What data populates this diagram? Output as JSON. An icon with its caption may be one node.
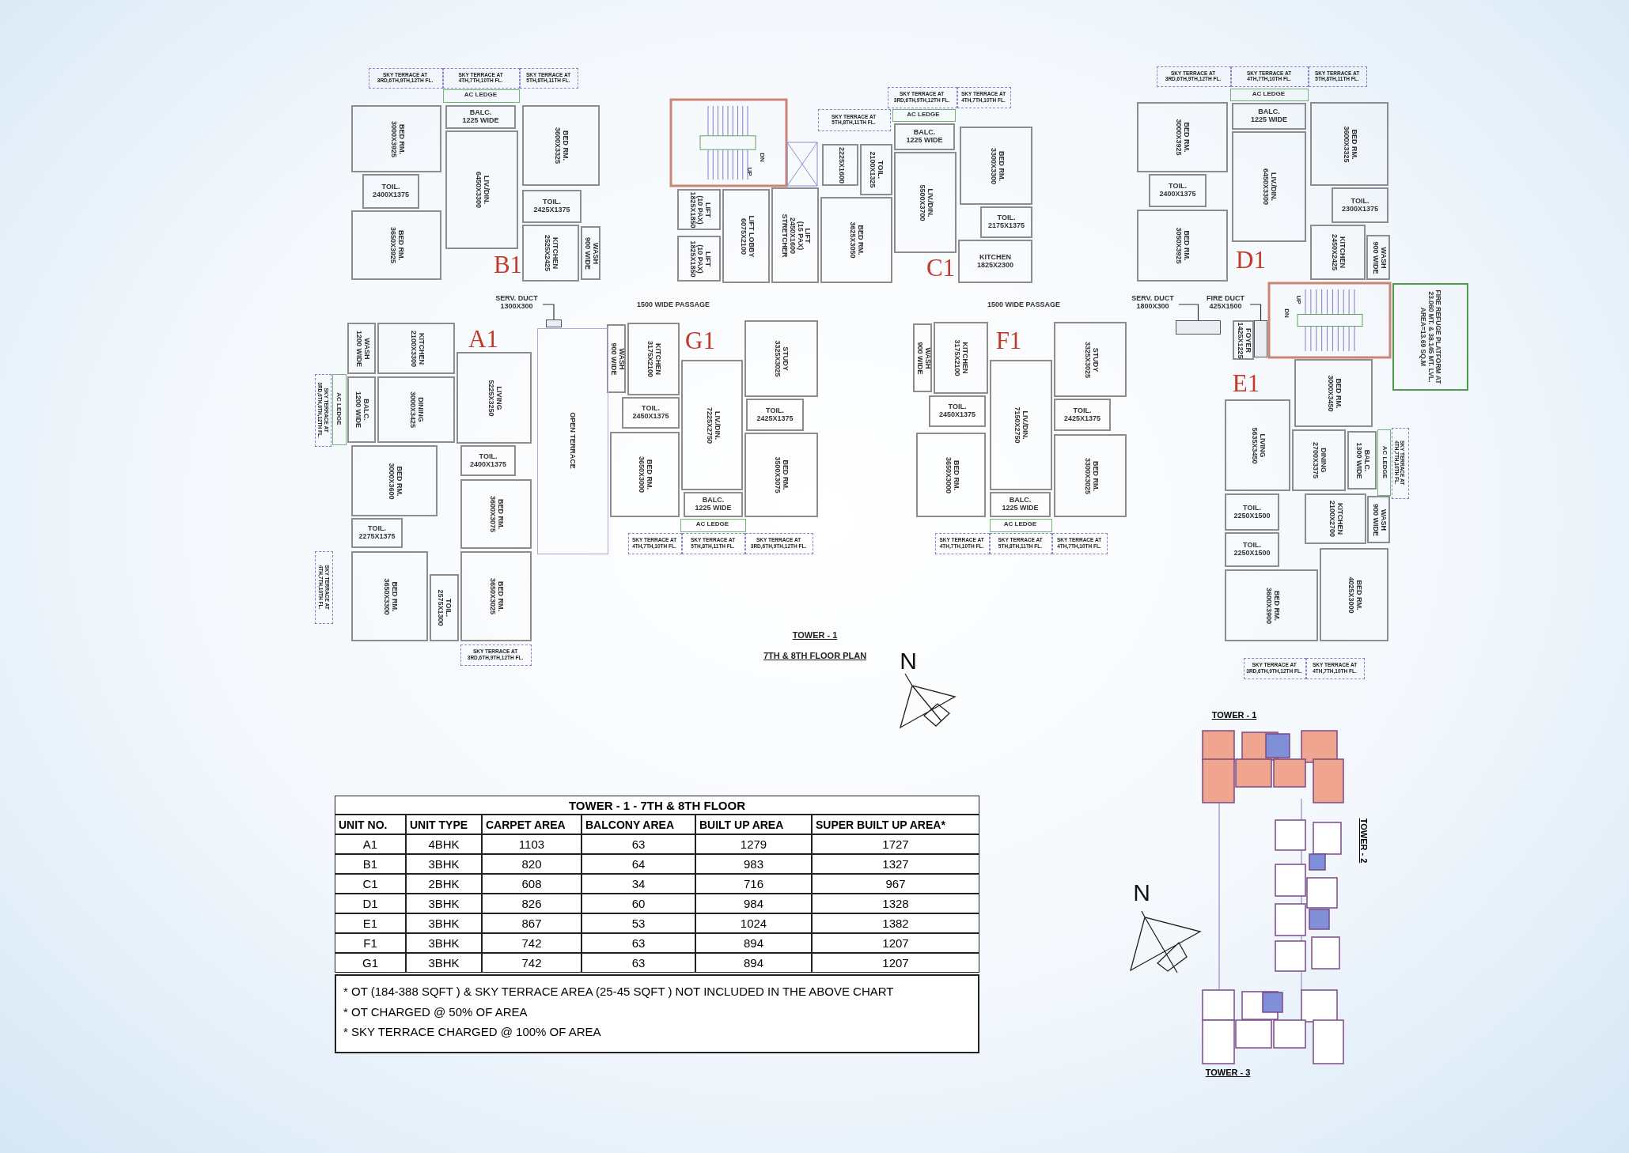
{
  "diagram": {
    "nodes": [
      {
        "text": [
          "BED RM.",
          "3000X3925"
        ]
      },
      {
        "text": [
          "TOIL.",
          "2400X1375"
        ]
      },
      {
        "text": [
          "BED RM.",
          "3650X3925"
        ]
      },
      {
        "text": [
          "BALC.",
          "1225 WIDE"
        ]
      },
      {
        "text": [
          "LIV./DIN.",
          "6450X3300"
        ]
      },
      {
        "text": [
          "BED RM.",
          "3600X3325"
        ]
      },
      {
        "text": [
          "TOIL.",
          "2425X1375"
        ]
      },
      {
        "text": [
          "KITCHEN",
          "2525X2425"
        ]
      },
      {
        "text": [
          "WASH",
          "900 WIDE"
        ]
      },
      {
        "text": [
          "AC LEDGE"
        ]
      },
      {
        "text": [
          "SKY TERRACE AT 3RD,6TH,9TH,12TH FL."
        ]
      },
      {
        "text": [
          "SKY TERRACE AT 4TH,7TH,10TH FL."
        ]
      },
      {
        "text": [
          "SKY TERRACE AT 5TH,8TH,11TH FL."
        ]
      },
      {
        "text": [
          "LIFT",
          "(10 PAX)",
          "1825X1850"
        ]
      },
      {
        "text": [
          "LIFT",
          "(10 PAX)",
          "1825X1850"
        ]
      },
      {
        "text": [
          "LIFT LOBBY",
          "6075X2100"
        ]
      },
      {
        "text": [
          "LIFT",
          "(15 PAX)",
          "2450X1600",
          "STRETCHER"
        ]
      },
      {
        "text": [
          "2225X1600"
        ]
      },
      {
        "text": [
          "TOIL.",
          "2100X1325"
        ]
      },
      {
        "text": [
          "BED RM.",
          "3625X3050"
        ]
      },
      {
        "text": [
          "SKY TERRACE AT 5TH,8TH,11TH FL."
        ]
      },
      {
        "text": [
          "AC LEDGE"
        ]
      },
      {
        "text": [
          "SKY TERRACE AT 3RD,6TH,9TH,12TH FL."
        ]
      },
      {
        "text": [
          "SKY TERRACE AT 4TH,7TH,10TH FL."
        ]
      },
      {
        "text": [
          "BALC.",
          "1225 WIDE"
        ]
      },
      {
        "text": [
          "LIV./DIN.",
          "5500X3700"
        ]
      },
      {
        "text": [
          "BED RM.",
          "3300X3300"
        ]
      },
      {
        "text": [
          "TOIL.",
          "2175X1375"
        ]
      },
      {
        "text": [
          "KITCHEN",
          "1825X2300"
        ]
      },
      {
        "text": [
          "WASH",
          "900 WIDE"
        ]
      },
      {
        "text": [
          "KITCHEN",
          "3175X2100"
        ]
      },
      {
        "text": [
          "TOIL.",
          "2450X1375"
        ]
      },
      {
        "text": [
          "LIV./DIN.",
          "7225X2750"
        ]
      },
      {
        "text": [
          "STUDY",
          "3325X3025"
        ]
      },
      {
        "text": [
          "TOIL.",
          "2425X1375"
        ]
      },
      {
        "text": [
          "BED RM.",
          "3650X3000"
        ]
      },
      {
        "text": [
          "BED RM.",
          "3500X3075"
        ]
      },
      {
        "text": [
          "BALC.",
          "1225 WIDE"
        ]
      },
      {
        "text": [
          "AC LEDGE"
        ]
      },
      {
        "text": [
          "SKY TERRACE AT 4TH,7TH,10TH FL."
        ]
      },
      {
        "text": [
          "SKY TERRACE AT 5TH,8TH,11TH FL."
        ]
      },
      {
        "text": [
          "SKY TERRACE AT 3RD,6TH,9TH,12TH FL."
        ]
      },
      {
        "text": [
          "WASH",
          "900 WIDE"
        ]
      },
      {
        "text": [
          "KITCHEN",
          "3175X2100"
        ]
      },
      {
        "text": [
          "TOIL.",
          "2450X1375"
        ]
      },
      {
        "text": [
          "LIV./DIN.",
          "7150X2750"
        ]
      },
      {
        "text": [
          "STUDY",
          "3325X3025"
        ]
      },
      {
        "text": [
          "TOIL.",
          "2425X1375"
        ]
      },
      {
        "text": [
          "BED RM.",
          "3650X3000"
        ]
      },
      {
        "text": [
          "BED RM.",
          "3300X3025"
        ]
      },
      {
        "text": [
          "BALC.",
          "1225 WIDE"
        ]
      },
      {
        "text": [
          "AC LEDGE"
        ]
      },
      {
        "text": [
          "SKY TERRACE AT 4TH,7TH,10TH FL."
        ]
      },
      {
        "text": [
          "SKY TERRACE AT 5TH,8TH,11TH FL."
        ]
      },
      {
        "text": [
          "SKY TERRACE AT 4TH,7TH,10TH FL."
        ]
      },
      {
        "text": [
          "WASH",
          "1200 WIDE"
        ]
      },
      {
        "text": [
          "KITCHEN",
          "2100X3300"
        ]
      },
      {
        "text": [
          "BALC.",
          "1200 WIDE"
        ]
      },
      {
        "text": [
          "AC LEDGE"
        ]
      },
      {
        "text": [
          "SKY TERRACE AT 3RD,6TH,9TH,12TH FL."
        ]
      },
      {
        "text": [
          "DINING",
          "3000X3425"
        ]
      },
      {
        "text": [
          "LIVING",
          "5225X3250"
        ]
      },
      {
        "text": [
          "BED RM.",
          "3000X3600"
        ]
      },
      {
        "text": [
          "TOIL.",
          "2400X1375"
        ]
      },
      {
        "text": [
          "BED RM.",
          "3600X3075"
        ]
      },
      {
        "text": [
          "TOIL.",
          "2275X1375"
        ]
      },
      {
        "text": [
          "BED RM.",
          "3650X3300"
        ]
      },
      {
        "text": [
          "TOIL.",
          "2575X1300"
        ]
      },
      {
        "text": [
          "BED RM.",
          "3650X3025"
        ]
      },
      {
        "text": [
          "SKY TERRACE AT 3RD,6TH,9TH,12TH FL."
        ]
      },
      {
        "text": [
          "SKY TERRACE AT 4TH,7TH,10TH FL."
        ]
      },
      {
        "text": [
          "OPEN TERRACE"
        ]
      },
      {
        "text": [
          "SERV. DUCT",
          "1300X300"
        ]
      },
      {
        "text": [],
        "shape": "box"
      },
      {
        "text": [
          "SERV. DUCT",
          "1800X300"
        ]
      },
      {
        "text": [],
        "shape": "box"
      },
      {
        "text": [
          "FIRE DUCT",
          "425X1500"
        ]
      },
      {
        "text": [],
        "shape": "box"
      },
      {
        "text": [
          "SKY TERRACE AT 3RD,6TH,9TH,12TH FL."
        ]
      },
      {
        "text": [
          "SKY TERRACE AT 4TH,7TH,10TH FL."
        ]
      },
      {
        "text": [
          "SKY TERRACE AT 5TH,8TH,11TH FL."
        ]
      },
      {
        "text": [
          "AC LEDGE"
        ]
      },
      {
        "text": [
          "BED RM.",
          "3000X3925"
        ]
      },
      {
        "text": [
          "TOIL.",
          "2400X1375"
        ]
      },
      {
        "text": [
          "BED RM.",
          "3050X3925"
        ]
      },
      {
        "text": [
          "BALC.",
          "1225 WIDE"
        ]
      },
      {
        "text": [
          "LIV./DIN.",
          "6450X3300"
        ]
      },
      {
        "text": [
          "BED RM.",
          "3600X3325"
        ]
      },
      {
        "text": [
          "TOIL.",
          "2300X1375"
        ]
      },
      {
        "text": [
          "KITCHEN",
          "2450X2425"
        ]
      },
      {
        "text": [
          "WASH",
          "900 WIDE"
        ]
      },
      {
        "text": [
          "FOYER",
          "1425X1225"
        ]
      },
      {
        "text": [
          "FIRE REFUGE PLATFORM AT 23.060 MT. & 38.145 MT. LVL.",
          "AREA=13.69 SQ.M"
        ]
      },
      {
        "text": [
          "LIVING",
          "5635X3450"
        ]
      },
      {
        "text": [
          "BED RM.",
          "3000X3450"
        ]
      },
      {
        "text": [
          "DINING",
          "2700X3375"
        ]
      },
      {
        "text": [
          "BALC.",
          "1300 WIDE"
        ]
      },
      {
        "text": [
          "AC LEDGE"
        ]
      },
      {
        "text": [
          "SKY TERRACE AT 4TH,7TH,10TH FL."
        ]
      },
      {
        "text": [
          "TOIL.",
          "2250X1500"
        ]
      },
      {
        "text": [
          "TOIL.",
          "2250X1500"
        ]
      },
      {
        "text": [
          "KITCHEN",
          "2100X2700"
        ]
      },
      {
        "text": [
          "WASH",
          "900 WIDE"
        ]
      },
      {
        "text": [
          "BED RM.",
          "3600X3900"
        ]
      },
      {
        "text": [
          "BED RM.",
          "4025X3000"
        ]
      },
      {
        "text": [
          "SKY TERRACE AT 3RD,6TH,9TH,12TH FL."
        ]
      },
      {
        "text": [
          "SKY TERRACE AT 4TH,7TH,10TH FL."
        ]
      }
    ],
    "edges": [
      {
        "from": 72,
        "to": 73,
        "arrow": "none"
      },
      {
        "from": 74,
        "to": 75,
        "arrow": "none"
      },
      {
        "from": 76,
        "to": 77,
        "arrow": "none"
      }
    ],
    "labels": [
      "B1",
      "A1",
      "G1",
      "C1",
      "F1",
      "D1",
      "E1",
      "1500 WIDE PASSAGE",
      "1500 WIDE PASSAGE",
      "DN",
      "UP",
      "UP",
      "DN",
      "TOWER - 1",
      "7TH & 8TH FLOOR PLAN",
      "N",
      "TOWER - 1 - 7TH & 8TH FLOOR",
      "UNIT NO.",
      "UNIT TYPE",
      "CARPET AREA",
      "BALCONY AREA",
      "BUILT UP AREA",
      "SUPER BUILT UP AREA*",
      "A1",
      "4BHK",
      "1103",
      "63",
      "1279",
      "1727",
      "B1",
      "3BHK",
      "820",
      "64",
      "983",
      "1327",
      "C1",
      "2BHK",
      "608",
      "34",
      "716",
      "967",
      "D1",
      "3BHK",
      "826",
      "60",
      "984",
      "1328",
      "E1",
      "3BHK",
      "867",
      "53",
      "1024",
      "1382",
      "F1",
      "3BHK",
      "742",
      "63",
      "894",
      "1207",
      "G1",
      "3BHK",
      "742",
      "63",
      "894",
      "1207",
      "* OT (184-388 SQFT ) & SKY TERRACE AREA (25-45 SQFT ) NOT INCLUDED IN THE ABOVE CHART",
      "* OT CHARGED @ 50% OF AREA",
      "* SKY TERRACE CHARGED @ 100% OF AREA",
      "TOWER - 1",
      "TOWER - 2",
      "TOWER - 3",
      "N"
    ]
  }
}
